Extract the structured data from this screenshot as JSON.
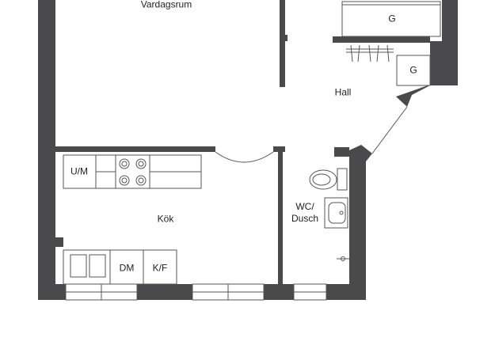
{
  "rooms": {
    "living": "Vardagsrum",
    "hall": "Hall",
    "kitchen": "Kök",
    "bath_line1": "WC/",
    "bath_line2": "Dusch"
  },
  "fixtures": {
    "wardrobe_upper": "G",
    "wardrobe_lower": "G",
    "oven": "U/M",
    "dishwasher": "DM",
    "fridge_freezer": "K/F"
  },
  "colors": {
    "wall": "#4a4a4d",
    "line": "#555555",
    "background": "#ffffff"
  }
}
